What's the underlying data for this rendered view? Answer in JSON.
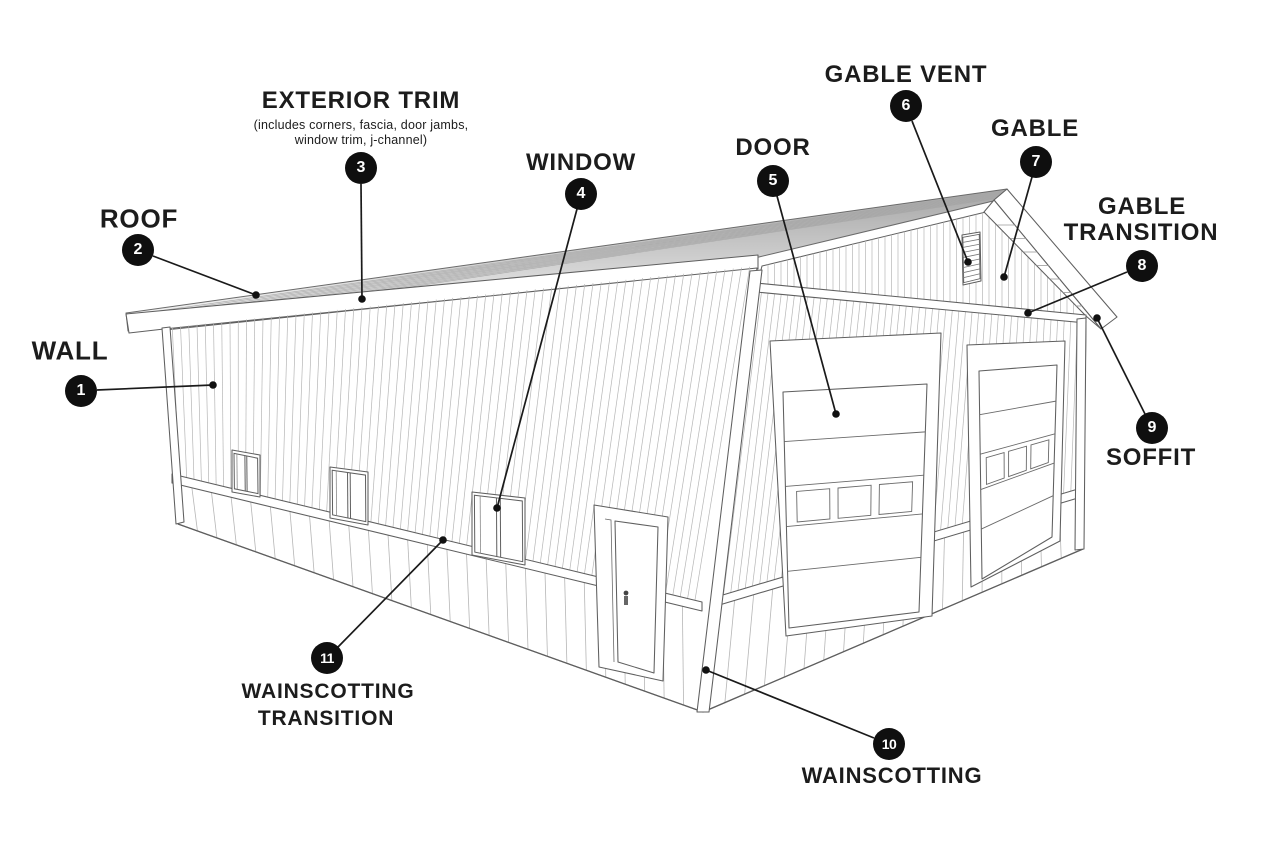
{
  "diagram_type": "labeled-building-diagram",
  "parts": [
    {
      "number": "1",
      "label": "WALL"
    },
    {
      "number": "2",
      "label": "ROOF"
    },
    {
      "number": "3",
      "label": "EXTERIOR TRIM",
      "note_line1": "(includes corners, fascia, door jambs,",
      "note_line2": "window trim, j-channel)"
    },
    {
      "number": "4",
      "label": "WINDOW"
    },
    {
      "number": "5",
      "label": "DOOR"
    },
    {
      "number": "6",
      "label": "GABLE VENT"
    },
    {
      "number": "7",
      "label": "GABLE"
    },
    {
      "number": "8",
      "label_line1": "GABLE",
      "label_line2": "TRANSITION"
    },
    {
      "number": "9",
      "label": "SOFFIT"
    },
    {
      "number": "10",
      "label": "WAINSCOTTING"
    },
    {
      "number": "11",
      "label_line1": "WAINSCOTTING",
      "label_line2": "TRANSITION"
    }
  ],
  "colors": {
    "background": "#ffffff",
    "label_text": "#1c1c1c",
    "badge_bg": "#0f0f0f",
    "badge_text": "#ffffff",
    "line_art": "#5f5f5f",
    "siding_line": "#b6b6b6",
    "roof_shade": "#a8a8a8",
    "leader_line": "#1a1a1a"
  }
}
